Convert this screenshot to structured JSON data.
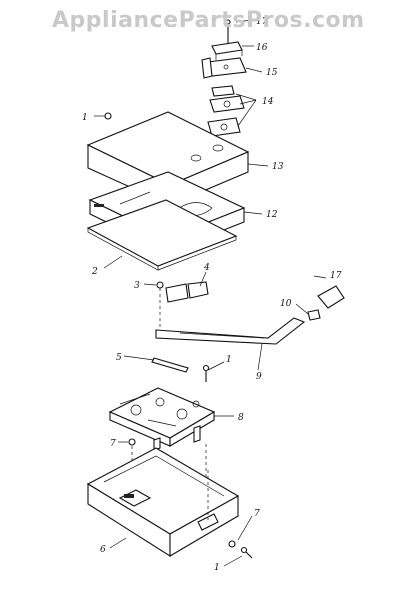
{
  "watermark": "AppliancePartsPros.com",
  "callouts": [
    "17",
    "16",
    "15",
    "14",
    "1",
    "13",
    "12",
    "2",
    "17",
    "4",
    "3",
    "10",
    "5",
    "1",
    "9",
    "8",
    "7",
    "7",
    "6",
    "1"
  ]
}
